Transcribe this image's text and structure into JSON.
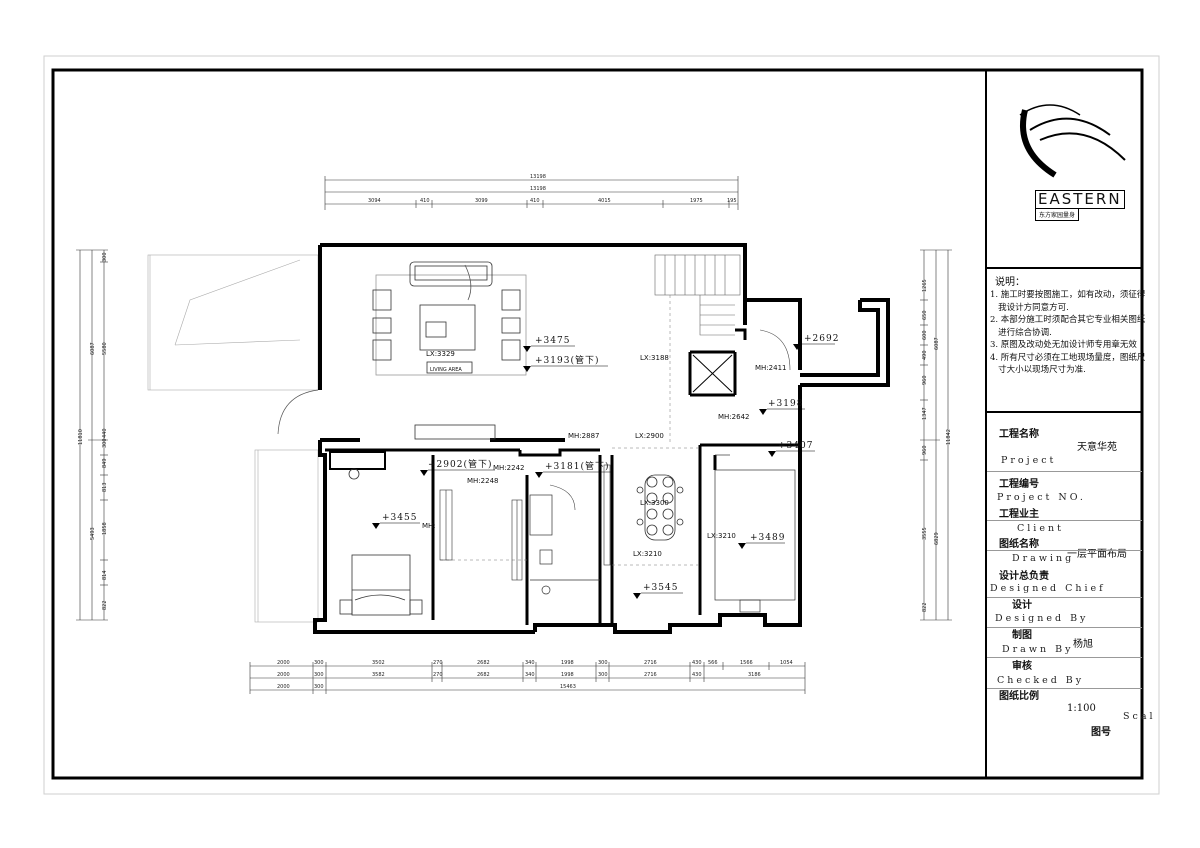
{
  "title_block": {
    "brand_name": "EASTERN",
    "brand_sub": "东方家园量身",
    "notes_title": "说明：",
    "notes": [
      "1. 施工时要按图施工，如有改动，须征得",
      "   我设计方同意方可.",
      "2. 本部分施工时须配合其它专业相关图纸",
      "   进行综合协调.",
      "3. 原图及改动处无加设计师专用章无效",
      "4. 所有尺寸必须在工地现场量度，图纸尺",
      "   寸大小以现场尺寸为准."
    ],
    "fields": {
      "project_name_cn": "工程名称",
      "project_name_en": "Project",
      "project_name_value": "天意华苑",
      "project_no_cn": "工程编号",
      "project_no_en": "Project NO.",
      "client_cn": "工程业主",
      "client_en": "Client",
      "drawing_cn": "图纸名称",
      "drawing_en": "Drawing",
      "drawing_value": "一层平面布局",
      "chief_cn": "设计总负责",
      "chief_en": "Designed Chief",
      "designed_cn": "设计",
      "designed_en": "Designed By",
      "drawn_cn": "制图",
      "drawn_en": "Drawn By",
      "drawn_value": "杨旭",
      "checked_cn": "审核",
      "checked_en": "Checked By",
      "scale_cn": "图纸比例",
      "scale_value": "1:100",
      "scale_en": "Scal",
      "sheet_no_cn": "图号"
    }
  },
  "plan": {
    "top_dims_total_1": "13198",
    "top_dims_total_2": "13198",
    "top_dims": [
      "3094",
      "410",
      "3099",
      "410",
      "4015",
      "1975",
      "195"
    ],
    "bottom_dims_row1": [
      "2000",
      "300",
      "3502",
      "270",
      "2682",
      "340",
      "1998",
      "300",
      "2716",
      "430",
      "566",
      "1566",
      "1054"
    ],
    "bottom_dims_row2": [
      "2000",
      "300",
      "3582",
      "270",
      "2682",
      "340",
      "1998",
      "300",
      "2716",
      "430",
      "3186"
    ],
    "bottom_dims_row3": [
      "2000",
      "300",
      "15463"
    ],
    "left_dims": [
      "300",
      "5580",
      "6087",
      "11810",
      "300",
      "440",
      "849",
      "813",
      "1858",
      "5493",
      "814",
      "822"
    ],
    "right_dims": [
      "1265",
      "650",
      "600",
      "490",
      "6087",
      "960",
      "1347",
      "960",
      "11842",
      "6829",
      "3555",
      "822"
    ],
    "labels": {
      "living_lx": "LX:3329",
      "living_area": "LIVING   AREA",
      "lx_3188": "LX:3188",
      "mh_2411": "MH:2411",
      "mh_2642": "MH:2642",
      "mh_2887": "MH:2887",
      "lx_2900": "LX:2900",
      "mh_2242": "MH:2242",
      "mh_2248": "MH:2248",
      "mh_small": "MH:",
      "lx_3300": "LX:3300",
      "lx_3210a": "LX:3210",
      "lx_3210b": "LX:3210"
    },
    "elevations": {
      "e3475": "+3475",
      "e3193": "+3193(管下)",
      "e2692": "+2692",
      "e3198": "+3198",
      "e3407": "+3407",
      "e2902": "+2902(管下)",
      "e3181": "+3181(管下)",
      "e3455": "+3455",
      "e3489": "+3489",
      "e3545": "+3545"
    }
  }
}
